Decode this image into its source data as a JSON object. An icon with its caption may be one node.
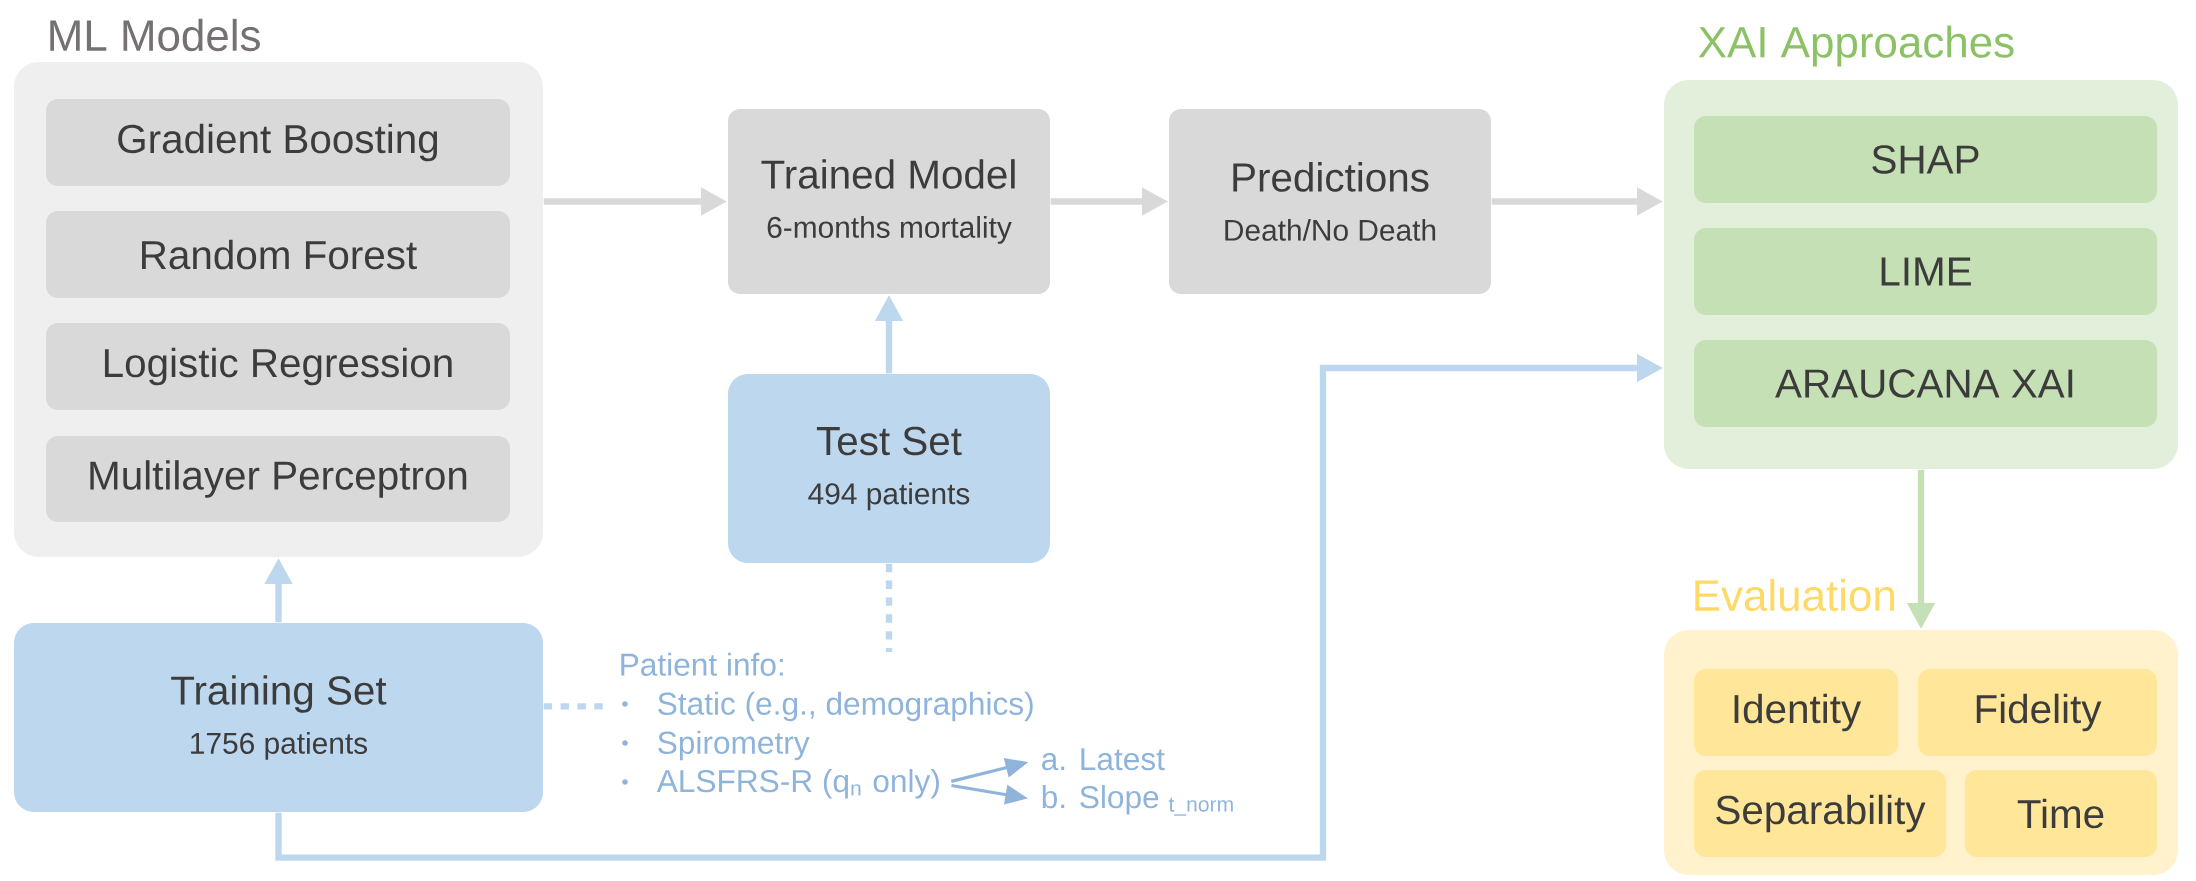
{
  "diagram": {
    "nodes": [
      {
        "text": [
          "ML Models"
        ]
      },
      {
        "text": [
          "Gradient Boosting"
        ],
        "in": 0
      },
      {
        "text": [
          "Random Forest"
        ],
        "in": 0
      },
      {
        "text": [
          "Logistic Regression"
        ],
        "in": 0
      },
      {
        "text": [
          "Multilayer Perceptron"
        ],
        "in": 0
      },
      {
        "text": [
          "Trained Model",
          "6-months mortality"
        ]
      },
      {
        "text": [
          "Predictions",
          "Death/No Death"
        ]
      },
      {
        "text": [
          "XAI Approaches"
        ]
      },
      {
        "text": [
          "SHAP"
        ],
        "in": 7
      },
      {
        "text": [
          "LIME"
        ],
        "in": 7
      },
      {
        "text": [
          "ARAUCANA XAI"
        ],
        "in": 7
      },
      {
        "text": [
          "Test Set",
          "494 patients"
        ]
      },
      {
        "text": [
          "Evaluation"
        ]
      },
      {
        "text": [
          "Identity"
        ],
        "in": 12
      },
      {
        "text": [
          "Fidelity"
        ],
        "in": 12
      },
      {
        "text": [
          "Separability"
        ],
        "in": 12
      },
      {
        "text": [
          "Time"
        ],
        "in": 12
      },
      {
        "text": [
          "Training Set",
          "1756 patients"
        ]
      },
      {
        "text": [
          "Patient info:",
          "Static (e.g., demographics)",
          "Spirometry"
        ]
      },
      {
        "text": [
          "ALSFRS-R (q$_{n}$ only)"
        ]
      },
      {
        "text": [
          "a. Latest"
        ]
      },
      {
        "text": [
          "b. Slope $_{t_norm}$"
        ]
      }
    ],
    "edges": [
      {
        "from": 0,
        "to": 5,
        "arrow": "to",
        "color": "#d9d9d9"
      },
      {
        "from": 5,
        "to": 6,
        "arrow": "to",
        "color": "#d9d9d9"
      },
      {
        "from": 6,
        "to": 7,
        "arrow": "to",
        "color": "#d9d9d9"
      },
      {
        "from": 11,
        "to": 5,
        "arrow": "to"
      },
      {
        "from": 17,
        "to": 0,
        "arrow": "to"
      },
      {
        "from": 17,
        "to": 7,
        "arrow": "to"
      },
      {
        "from": 7,
        "to": 12,
        "arrow": "to",
        "color": "#c5e0b4"
      },
      {
        "from": 17,
        "to": 18,
        "arrow": "none",
        "style": "dashed"
      },
      {
        "from": 11,
        "to": 18,
        "arrow": "none",
        "style": "dashed"
      },
      {
        "from": 19,
        "to": 20,
        "arrow": "to",
        "color": "#8fb4dc"
      },
      {
        "from": 19,
        "to": 21,
        "arrow": "to",
        "color": "#8fb4dc"
      }
    ]
  }
}
